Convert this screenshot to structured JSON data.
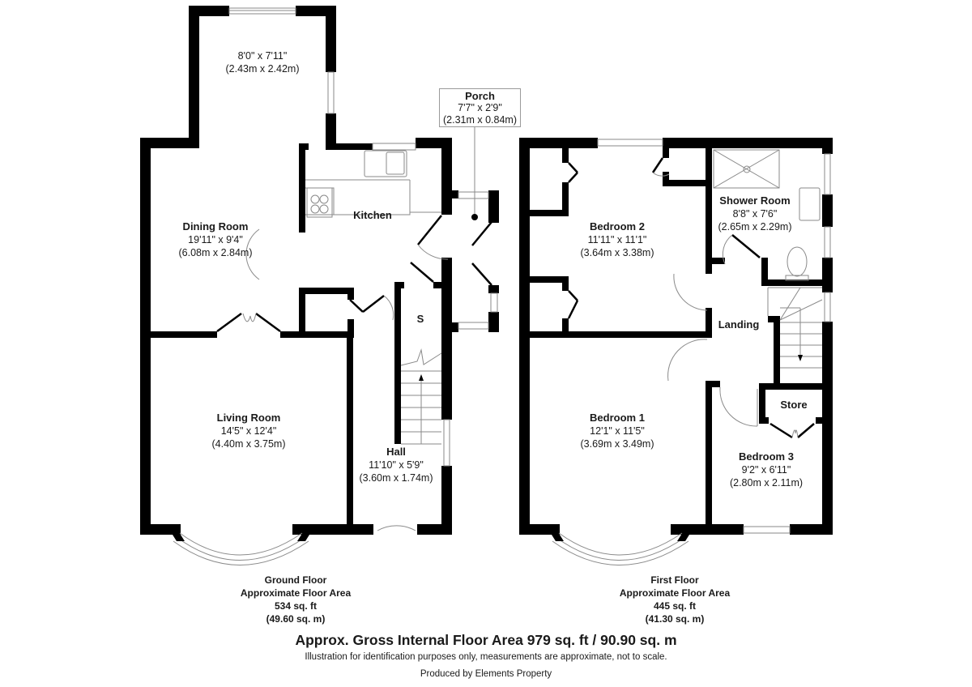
{
  "ground_floor": {
    "rooms": {
      "conservatory": {
        "name": "",
        "imperial": "8'0\" x 7'11\"",
        "metric": "(2.43m x 2.42m)"
      },
      "dining_room": {
        "name": "Dining Room",
        "imperial": "19'11\" x 9'4\"",
        "metric": "(6.08m x 2.84m)"
      },
      "kitchen": {
        "name": "Kitchen"
      },
      "porch": {
        "name": "Porch",
        "imperial": "7'7\" x 2'9\"",
        "metric": "(2.31m x 0.84m)"
      },
      "store": {
        "name": "S"
      },
      "living_room": {
        "name": "Living Room",
        "imperial": "14'5\" x 12'4\"",
        "metric": "(4.40m x 3.75m)"
      },
      "hall": {
        "name": "Hall",
        "imperial": "11'10\" x 5'9\"",
        "metric": "(3.60m x 1.74m)"
      }
    },
    "summary": {
      "title": "Ground Floor",
      "subtitle": "Approximate Floor Area",
      "sqft": "534 sq. ft",
      "sqm": "(49.60 sq. m)"
    }
  },
  "first_floor": {
    "rooms": {
      "bedroom_2": {
        "name": "Bedroom 2",
        "imperial": "11'11\" x 11'1\"",
        "metric": "(3.64m x 3.38m)"
      },
      "shower_room": {
        "name": "Shower Room",
        "imperial": "8'8\" x 7'6\"",
        "metric": "(2.65m x 2.29m)"
      },
      "landing": {
        "name": "Landing"
      },
      "bedroom_1": {
        "name": "Bedroom 1",
        "imperial": "12'1\" x 11'5\"",
        "metric": "(3.69m x 3.49m)"
      },
      "store": {
        "name": "Store"
      },
      "bedroom_3": {
        "name": "Bedroom 3",
        "imperial": "9'2\" x 6'11\"",
        "metric": "(2.80m x 2.11m)"
      }
    },
    "summary": {
      "title": "First Floor",
      "subtitle": "Approximate Floor Area",
      "sqft": "445 sq. ft",
      "sqm": "(41.30 sq. m)"
    }
  },
  "footer": {
    "gross_area": "Approx. Gross Internal Floor Area 979 sq. ft / 90.90 sq. m",
    "disclaimer": "Illustration for identification purposes only, measurements are approximate, not to scale.",
    "producer": "Produced by Elements Property"
  },
  "colors": {
    "wall": "#000000",
    "fixture": "#8a8a8a",
    "background": "#ffffff"
  }
}
